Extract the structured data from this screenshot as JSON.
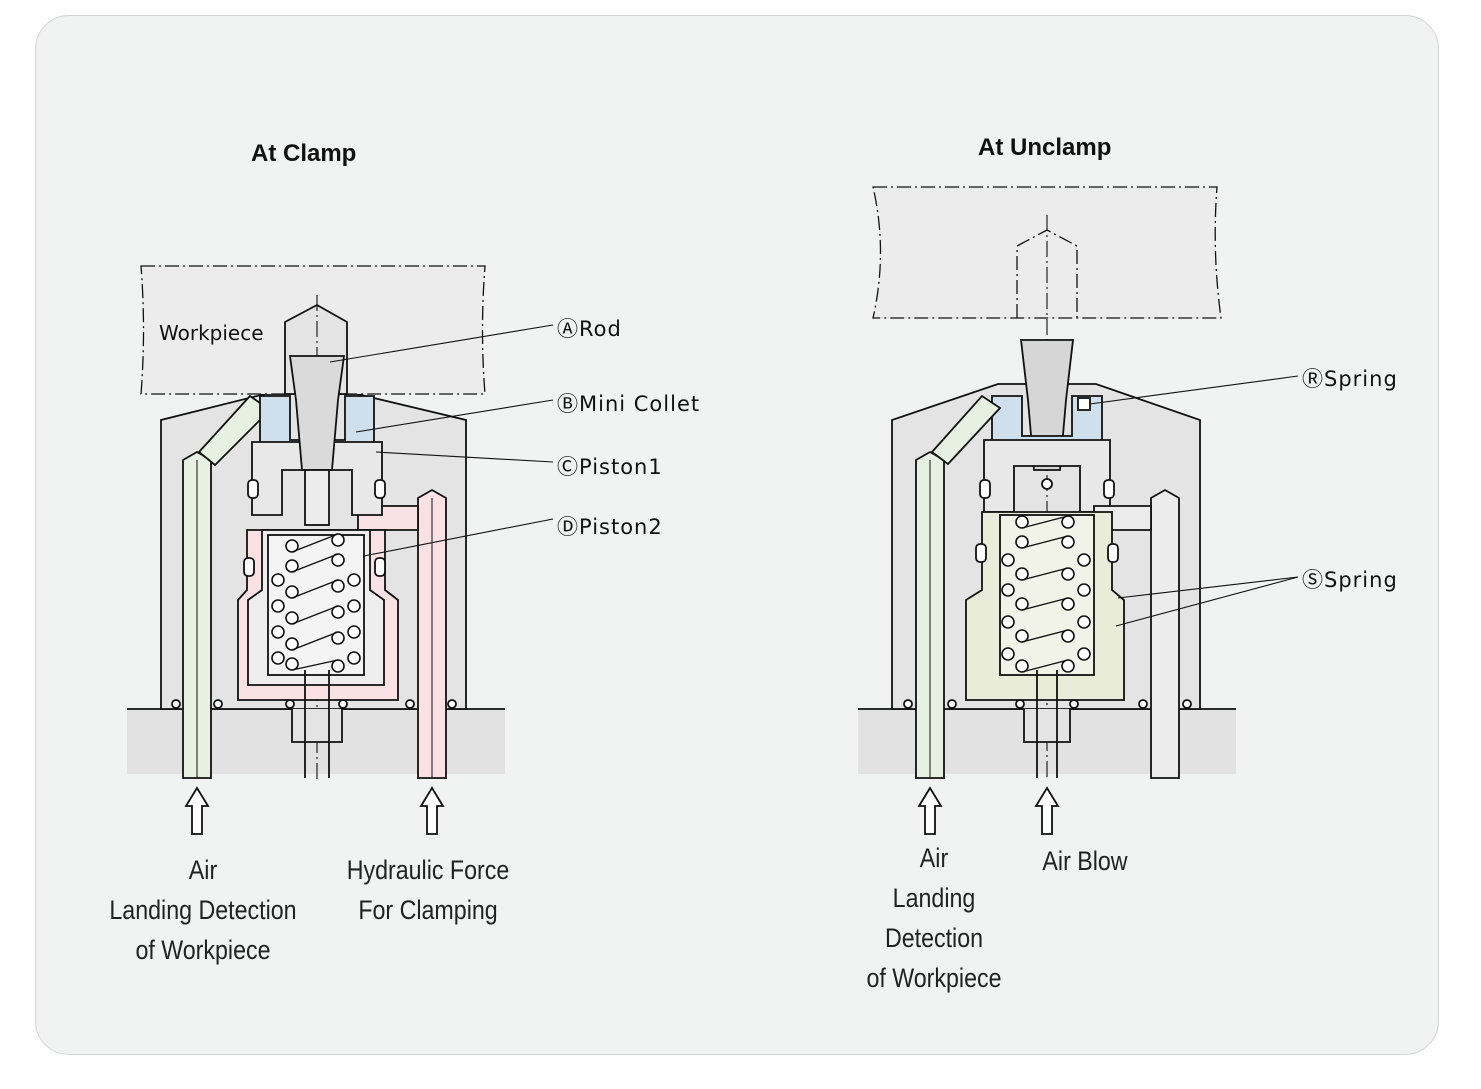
{
  "left": {
    "title": "At Clamp",
    "workpiece_label": "Workpiece",
    "callouts": [
      "ⒶRod",
      "ⒷMini Collet",
      "ⒸPiston1",
      "ⒹPiston2"
    ],
    "captions": [
      [
        "Air",
        "Landing Detection",
        "of Workpiece"
      ],
      [
        "Hydraulic Force",
        "For Clamping"
      ]
    ]
  },
  "right": {
    "title": "At Unclamp",
    "callouts": [
      "ⓇSpring",
      "ⓈSpring"
    ],
    "captions": [
      [
        "Air",
        "Landing",
        "Detection",
        "of Workpiece"
      ],
      [
        "Air Blow"
      ]
    ]
  },
  "colors": {
    "panel_bg": "#f1f2f2",
    "body_fill": "#e4e4e4",
    "air_green": "#e6f1e1",
    "hydraulic_pink": "#f9e1e4",
    "collet_blue": "#cfe0ec",
    "piston_green": "#e8ecd9"
  }
}
